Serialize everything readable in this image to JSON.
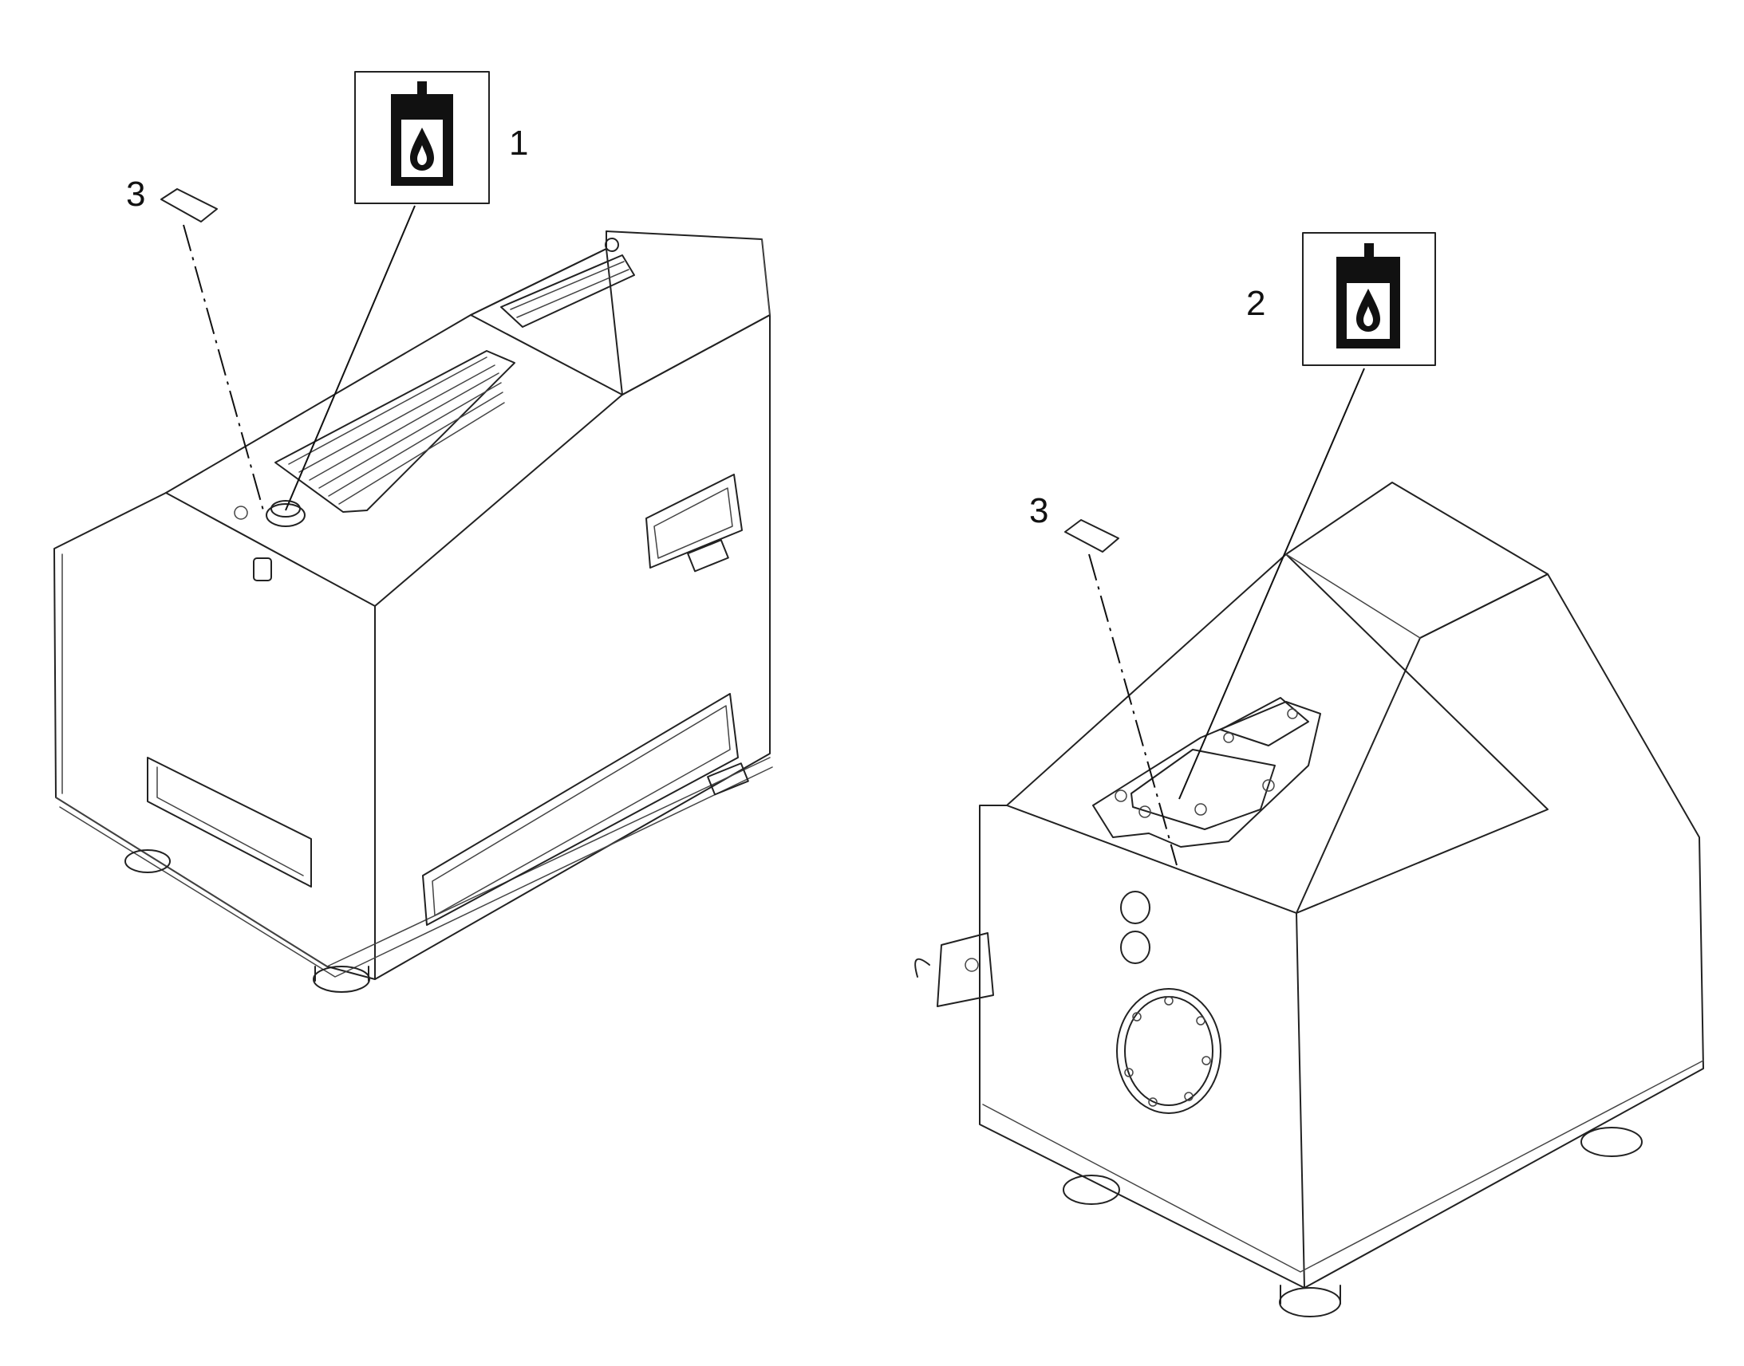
{
  "callouts": [
    {
      "id": "1",
      "label": "1"
    },
    {
      "id": "2",
      "label": "2"
    },
    {
      "id": "3a",
      "label": "3"
    },
    {
      "id": "3b",
      "label": "3"
    }
  ],
  "icons": {
    "decal_1": "hydraulic-oil-icon",
    "decal_2": "hydraulic-oil-icon",
    "decal_3": "blank-decal-icon"
  },
  "colors": {
    "line": "#222222",
    "background": "#ffffff"
  }
}
